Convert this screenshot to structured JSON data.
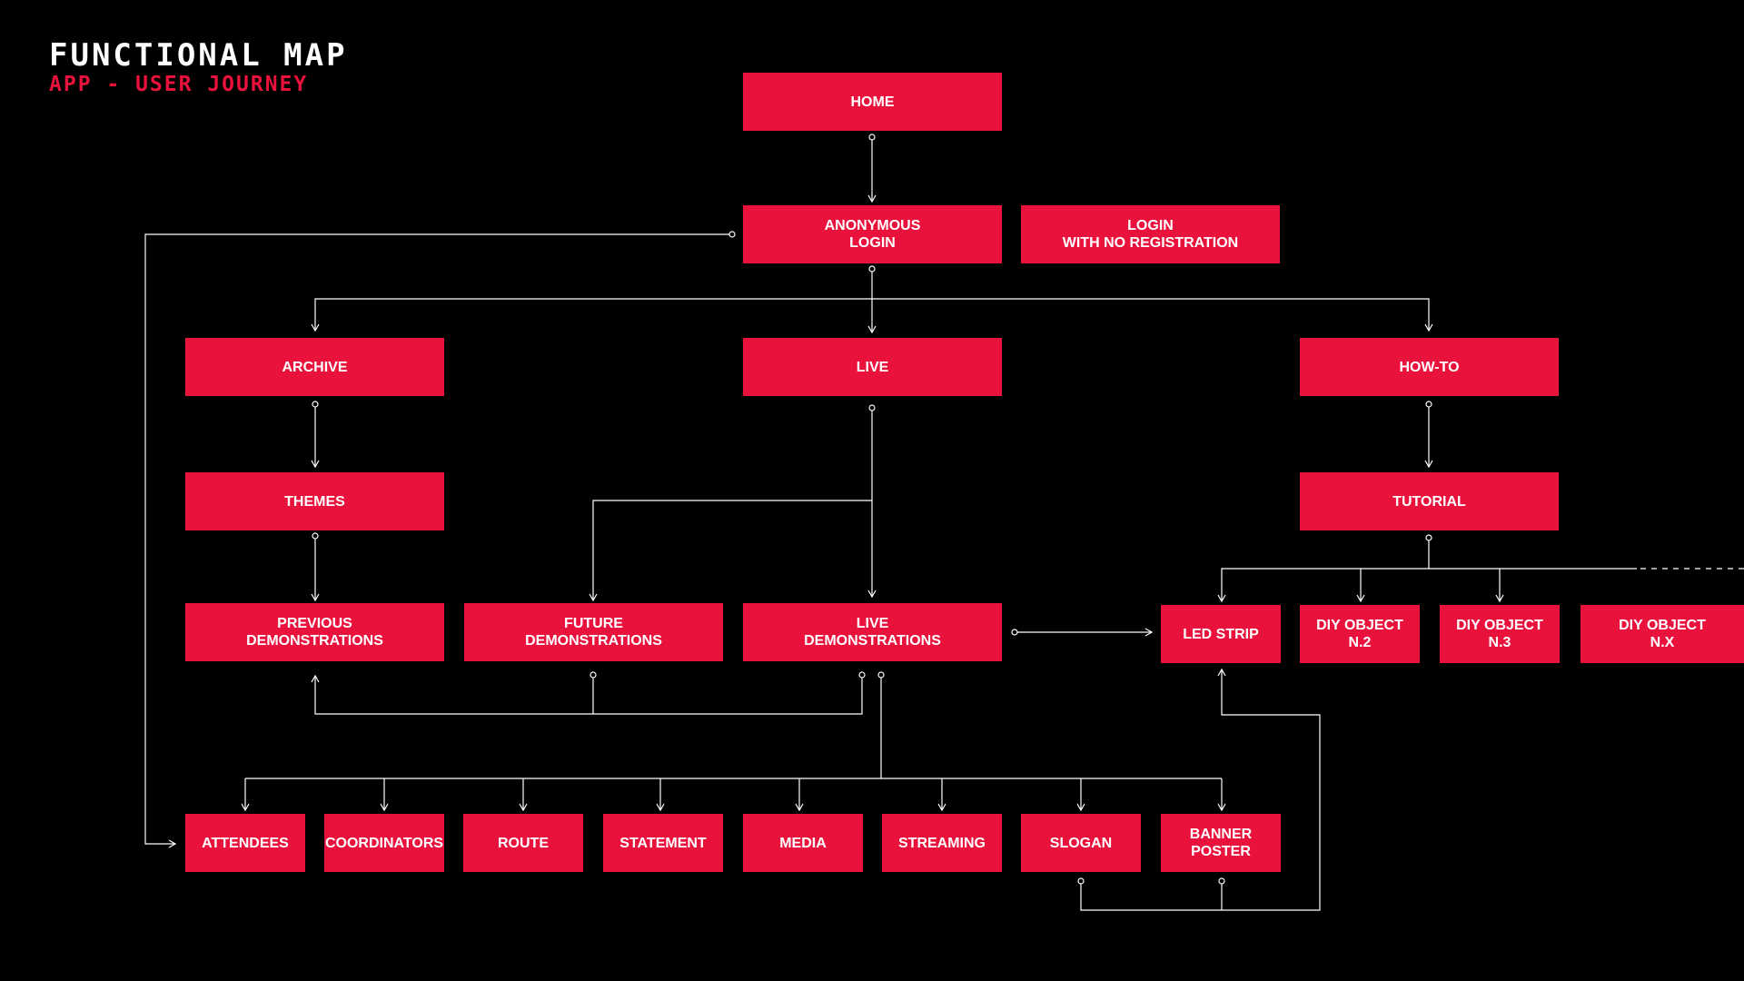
{
  "header": {
    "title": "FUNCTIONAL MAP",
    "subtitle": "APP - USER JOURNEY"
  },
  "colors": {
    "background": "#000000",
    "node_fill": "#e8123c",
    "node_text": "#ffffff",
    "connector": "#ffffff",
    "subtitle": "#e8123c"
  },
  "nodes": {
    "home": "HOME",
    "anonymous_login": "ANONYMOUS\nLOGIN",
    "login_no_registration": "LOGIN\nWITH NO REGISTRATION",
    "archive": "ARCHIVE",
    "live": "LIVE",
    "how_to": "HOW-TO",
    "themes": "THEMES",
    "tutorial": "TUTORIAL",
    "previous_demonstrations": "PREVIOUS\nDEMONSTRATIONS",
    "future_demonstrations": "FUTURE\nDEMONSTRATIONS",
    "live_demonstrations": "LIVE\nDEMONSTRATIONS",
    "led_strip": "LED STRIP",
    "diy_object_2": "DIY OBJECT\nN.2",
    "diy_object_3": "DIY OBJECT\nN.3",
    "diy_object_x": "DIY OBJECT\nN.X",
    "attendees": "ATTENDEES",
    "coordinators": "COORDINATORS",
    "route": "ROUTE",
    "statement": "STATEMENT",
    "media": "MEDIA",
    "streaming": "STREAMING",
    "slogan": "SLOGAN",
    "banner_poster": "BANNER\nPOSTER"
  }
}
